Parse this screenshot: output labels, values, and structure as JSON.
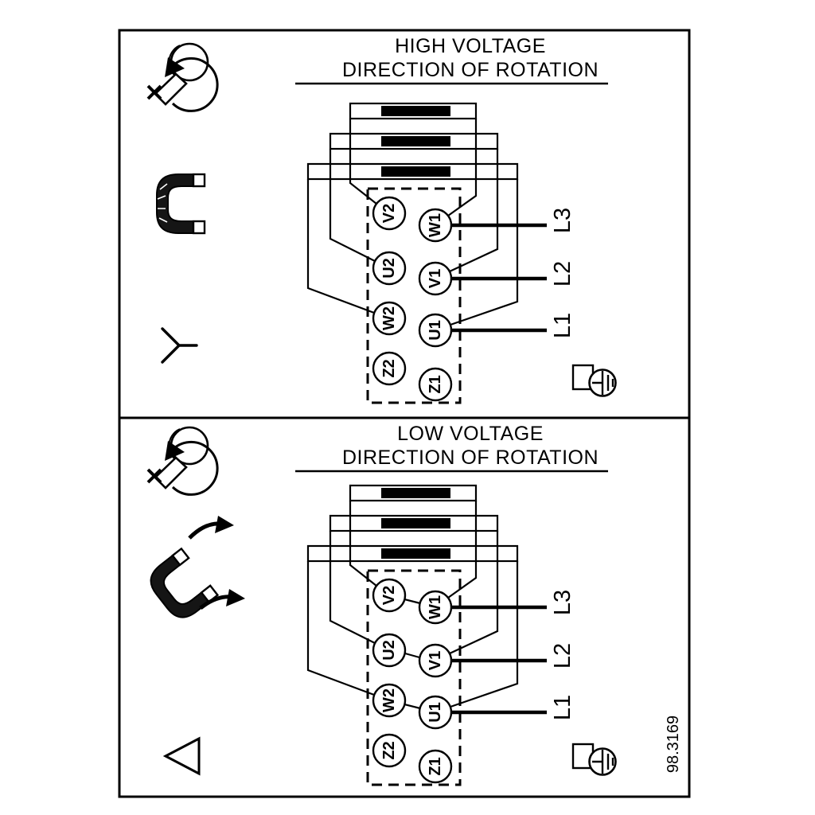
{
  "drawing_number": "98.3169",
  "colors": {
    "ink": "#000000",
    "background": "#ffffff"
  },
  "panels": [
    {
      "id": "high-voltage",
      "title_line1": "HIGH VOLTAGE",
      "title_line2": "DIRECTION OF ROTATION",
      "connection": "star",
      "terminals_left": [
        "V2",
        "U2",
        "W2",
        "Z2"
      ],
      "terminals_right": [
        "W1",
        "V1",
        "U1",
        "Z1"
      ],
      "supply_lines": [
        "L3",
        "L2",
        "L1"
      ]
    },
    {
      "id": "low-voltage",
      "title_line1": "LOW VOLTAGE",
      "title_line2": "DIRECTION OF ROTATION",
      "connection": "delta",
      "terminals_left": [
        "V2",
        "U2",
        "W2",
        "Z2"
      ],
      "terminals_right": [
        "W1",
        "V1",
        "U1",
        "Z1"
      ],
      "supply_lines": [
        "L3",
        "L2",
        "L1"
      ]
    }
  ]
}
